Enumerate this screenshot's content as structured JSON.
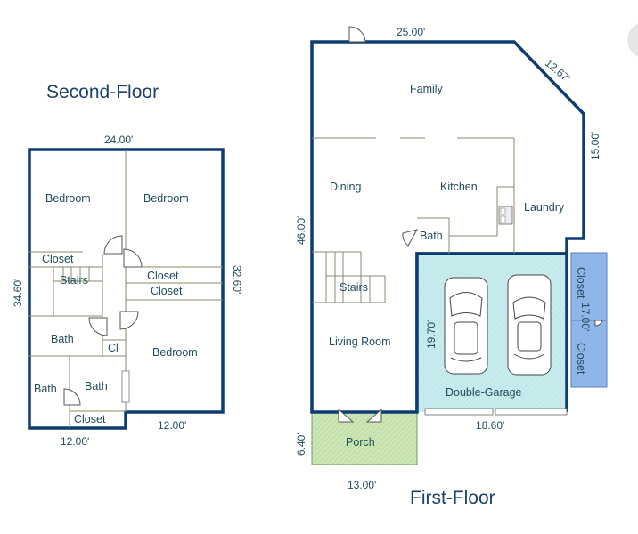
{
  "second_floor": {
    "title": "Second-Floor",
    "rooms": [
      "Bedroom",
      "Bedroom",
      "Closet",
      "Stairs",
      "Closet",
      "Closet",
      "Bath",
      "Cl",
      "Bedroom",
      "Bath",
      "Bath",
      "Closet"
    ],
    "dimensions": {
      "top": "24.00'",
      "left": "34.60'",
      "right": "32.60'",
      "bottom_left": "12.00'",
      "bottom_right": "12.00'"
    }
  },
  "first_floor": {
    "title": "First-Floor",
    "rooms": [
      "Family",
      "Dining",
      "Kitchen",
      "Laundry",
      "Bath",
      "Stairs",
      "Living Room",
      "Double-Garage",
      "Porch",
      "Closet",
      "Closet"
    ],
    "dimensions": {
      "top": "25.00'",
      "diagonal": "12.67'",
      "right": "15.00'",
      "left": "46.00'",
      "garage_side": "19.70'",
      "garage_bottom": "18.60'",
      "porch_side": "6.40'",
      "porch_bottom": "13.00'",
      "closets": "17.00'"
    }
  },
  "colors": {
    "floor": "#f7f29a",
    "garage": "#c9eff0",
    "porch": "#cfe8b8",
    "closet": "#8fb6e8",
    "wall": "#0d3b73"
  }
}
